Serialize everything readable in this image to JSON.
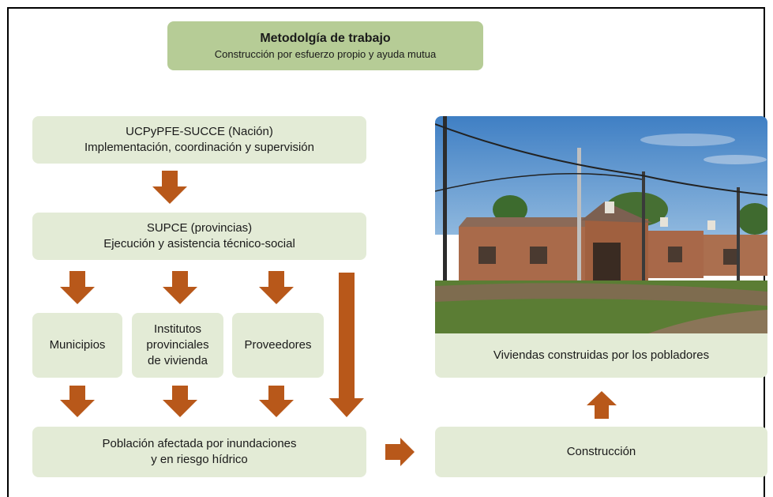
{
  "title": {
    "main": "Metodolgía de trabajo",
    "sub": "Construcción por esfuerzo propio y ayuda mutua"
  },
  "boxes": {
    "nacion": {
      "line1": "UCPyPFE-SUCCE (Nación)",
      "line2": "Implementación, coordinación y supervisión"
    },
    "provincias": {
      "line1": "SUPCE (provincias)",
      "line2": "Ejecución y asistencia técnico-social"
    },
    "municipios": {
      "label": "Municipios"
    },
    "institutos": {
      "line1": "Institutos",
      "line2": "provinciales",
      "line3": "de vivienda"
    },
    "proveedores": {
      "label": "Proveedores"
    },
    "poblacion": {
      "line1": "Población afectada por inundaciones",
      "line2": "y en riesgo hídrico"
    },
    "construccion": {
      "label": "Construcción"
    },
    "viviendas": {
      "label": "Viviendas construidas por los pobladores"
    }
  },
  "colors": {
    "arrow": "#b8581a",
    "box_fill": "#e3ebd6",
    "title_fill": "#b6cc96"
  },
  "photo": {
    "icon": "houses-photo"
  }
}
